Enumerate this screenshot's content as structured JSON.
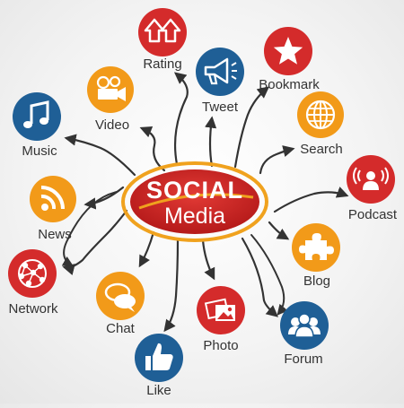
{
  "hub": {
    "line1": "SOCIAL",
    "line2": "Media"
  },
  "colors": {
    "red": "#d42b2b",
    "blue": "#1f5f96",
    "orange": "#f29a19",
    "hub_red": "#c8201f",
    "hub_orange": "#f0a21e",
    "arrow": "#333333",
    "label": "#333333"
  },
  "nodes": [
    {
      "id": "rating",
      "label": "Rating",
      "color": "red",
      "icon": "double-up-arrow-icon"
    },
    {
      "id": "bookmark",
      "label": "Bookmark",
      "color": "red",
      "icon": "star-icon"
    },
    {
      "id": "tweet",
      "label": "Tweet",
      "color": "blue",
      "icon": "megaphone-icon"
    },
    {
      "id": "video",
      "label": "Video",
      "color": "orange",
      "icon": "film-camera-icon"
    },
    {
      "id": "music",
      "label": "Music",
      "color": "blue",
      "icon": "music-note-icon"
    },
    {
      "id": "search",
      "label": "Search",
      "color": "orange",
      "icon": "globe-icon"
    },
    {
      "id": "podcast",
      "label": "Podcast",
      "color": "red",
      "icon": "podcast-icon"
    },
    {
      "id": "news",
      "label": "News",
      "color": "orange",
      "icon": "rss-icon"
    },
    {
      "id": "blog",
      "label": "Blog",
      "color": "orange",
      "icon": "puzzle-icon"
    },
    {
      "id": "network",
      "label": "Network",
      "color": "red",
      "icon": "network-icon"
    },
    {
      "id": "chat",
      "label": "Chat",
      "color": "orange",
      "icon": "chat-bubbles-icon"
    },
    {
      "id": "photo",
      "label": "Photo",
      "color": "red",
      "icon": "photo-icon"
    },
    {
      "id": "forum",
      "label": "Forum",
      "color": "blue",
      "icon": "group-icon"
    },
    {
      "id": "like",
      "label": "Like",
      "color": "blue",
      "icon": "thumbs-up-icon"
    }
  ]
}
